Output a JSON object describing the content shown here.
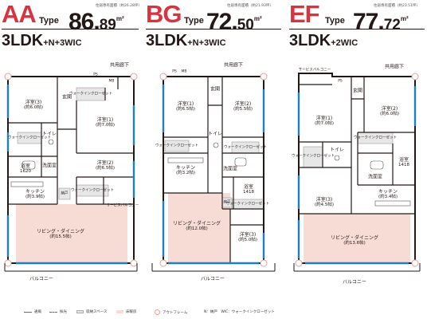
{
  "plans": {
    "aa": {
      "code": "AA",
      "type_word": "Type",
      "area_int": "86.",
      "area_dec": "89",
      "area_unit": "m²",
      "area_label": "住居専有面積（約26.28坪）",
      "layout": "3LDK",
      "layout_extra": "+N+3WIC",
      "rooms": {
        "corridor": "共用廊下",
        "pipe": "PS",
        "mb": "MB",
        "western3": "洋室(3)",
        "western3_size": "(約6.0帖)",
        "wic_top": "ウォークインクローゼット",
        "genkan": "玄関",
        "western1": "洋室(1)",
        "western1_size": "(約7.0帖)",
        "wic_left": "ウォークインクローゼット",
        "toilet": "トイレ",
        "bath": "浴室",
        "bath_size": "1620",
        "washroom": "洗面室",
        "western2": "洋室(2)",
        "western2_size": "(約6.5帖)",
        "kitchen": "キッチン",
        "kitchen_size": "(約3.9帖)",
        "wic_bottom": "ウォークインクローゼット",
        "storage": "納戸",
        "service_balcony": "サービスバルコニー",
        "ld": "リビング・ダイニング",
        "ld_size": "(約15.5帖)",
        "balcony": "バルコニー"
      }
    },
    "bg": {
      "code": "BG",
      "type_word": "Type",
      "area_int": "72.",
      "area_dec": "50",
      "area_unit": "m²",
      "area_label": "住居専有面積（約21.93坪）",
      "layout": "3LDK",
      "layout_extra": "+N+3WIC",
      "rooms": {
        "corridor": "共用廊下",
        "pipe": "PS",
        "mb": "MB",
        "western1": "洋室(1)",
        "western1_size": "(約6.5帖)",
        "genkan": "玄関",
        "western2": "洋室(2)",
        "western2_size": "(約5.5帖)",
        "wic_left": "ウォークインクローゼット",
        "toilet": "トイレ",
        "kitchen": "キッチン",
        "kitchen_size": "(約3.2帖)",
        "washroom": "洗面室",
        "wic_right": "ウォークインクローゼット",
        "bath": "浴室",
        "bath_size": "1418",
        "storage": "納戸",
        "wic_bottom": "ウォークインクローゼット",
        "ld": "リビング・ダイニング",
        "ld_size": "(約12.0帖)",
        "western3": "洋室(3)",
        "western3_size": "(約5.0帖)",
        "balcony": "バルコニー"
      }
    },
    "ef": {
      "code": "EF",
      "type_word": "Type",
      "area_int": "77.",
      "area_dec": "72",
      "area_unit": "m²",
      "area_label": "住居専有面積（約23.51坪）",
      "layout": "3LDK",
      "layout_extra": "+2WIC",
      "rooms": {
        "corridor": "共用廊下",
        "service_balcony": "サービスバルコニー",
        "pipe": "PS",
        "genkan": "玄関",
        "western1": "洋室(1)",
        "western1_size": "(約7.0帖)",
        "western2": "洋室(2)",
        "western2_size": "(約6.0帖)",
        "wic_left": "ウォークインクローゼット",
        "toilet": "トイレ",
        "wic_right": "ウォークインクローゼット",
        "bath": "浴室",
        "bath_size": "1418",
        "washroom": "洗面室",
        "western3": "洋室(3)",
        "western3_size": "(約4.5帖)",
        "kitchen": "キッチン",
        "kitchen_size": "(約3.4帖)",
        "ld": "リビング・ダイニング",
        "ld_size": "(約13.6帖)",
        "balcony": "バルコニー"
      }
    }
  },
  "legend": {
    "transom": "通風",
    "daylight": "採光",
    "storage": "収納スペース",
    "flooring": "床暖房",
    "outframe": "アウトフレーム",
    "abbrev": "N：納戸　WIC：ウォークインクローゼット"
  },
  "colors": {
    "accent": "#d8343f",
    "floor_heating": "#f7dcd6",
    "storage": "#e7e7e7",
    "window": "#1f7fc3"
  }
}
